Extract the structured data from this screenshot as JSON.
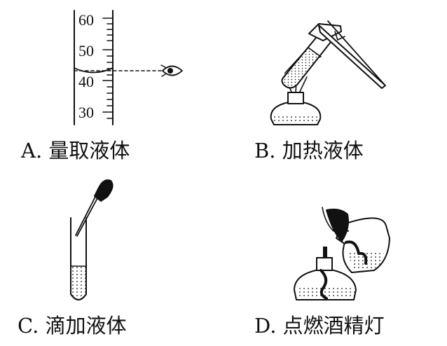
{
  "panels": {
    "a": {
      "caption": "A. 量取液体",
      "cylinder_scale_labels": [
        "60",
        "50",
        "40",
        "30"
      ]
    },
    "b": {
      "caption": "B. 加热液体"
    },
    "c": {
      "caption": "C. 滴加液体"
    },
    "d": {
      "caption": "D. 点燃酒精灯"
    }
  },
  "colors": {
    "ink": "#111111",
    "background": "#ffffff"
  }
}
